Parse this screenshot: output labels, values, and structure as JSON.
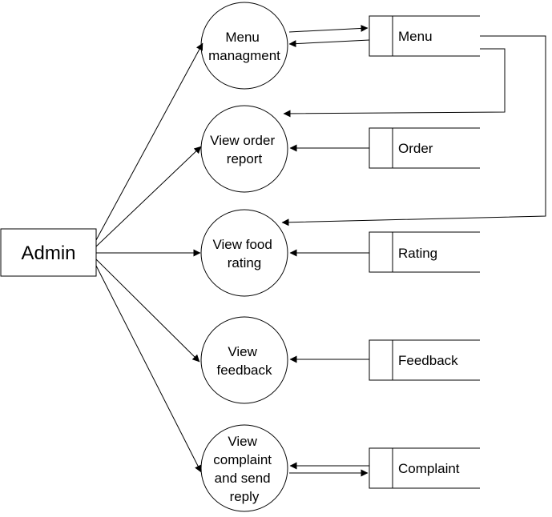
{
  "external_entity": {
    "label": "Admin"
  },
  "processes": [
    {
      "lines": [
        "Menu",
        "managment"
      ]
    },
    {
      "lines": [
        "View order",
        "report"
      ]
    },
    {
      "lines": [
        "View food",
        "rating"
      ]
    },
    {
      "lines": [
        "View",
        "feedback"
      ]
    },
    {
      "lines": [
        "View",
        "complaint",
        "and send",
        "reply"
      ]
    }
  ],
  "data_stores": [
    {
      "label": "Menu"
    },
    {
      "label": "Order"
    },
    {
      "label": "Rating"
    },
    {
      "label": "Feedback"
    },
    {
      "label": "Complaint"
    }
  ],
  "colors": {
    "stroke": "#000000",
    "background": "#ffffff"
  }
}
